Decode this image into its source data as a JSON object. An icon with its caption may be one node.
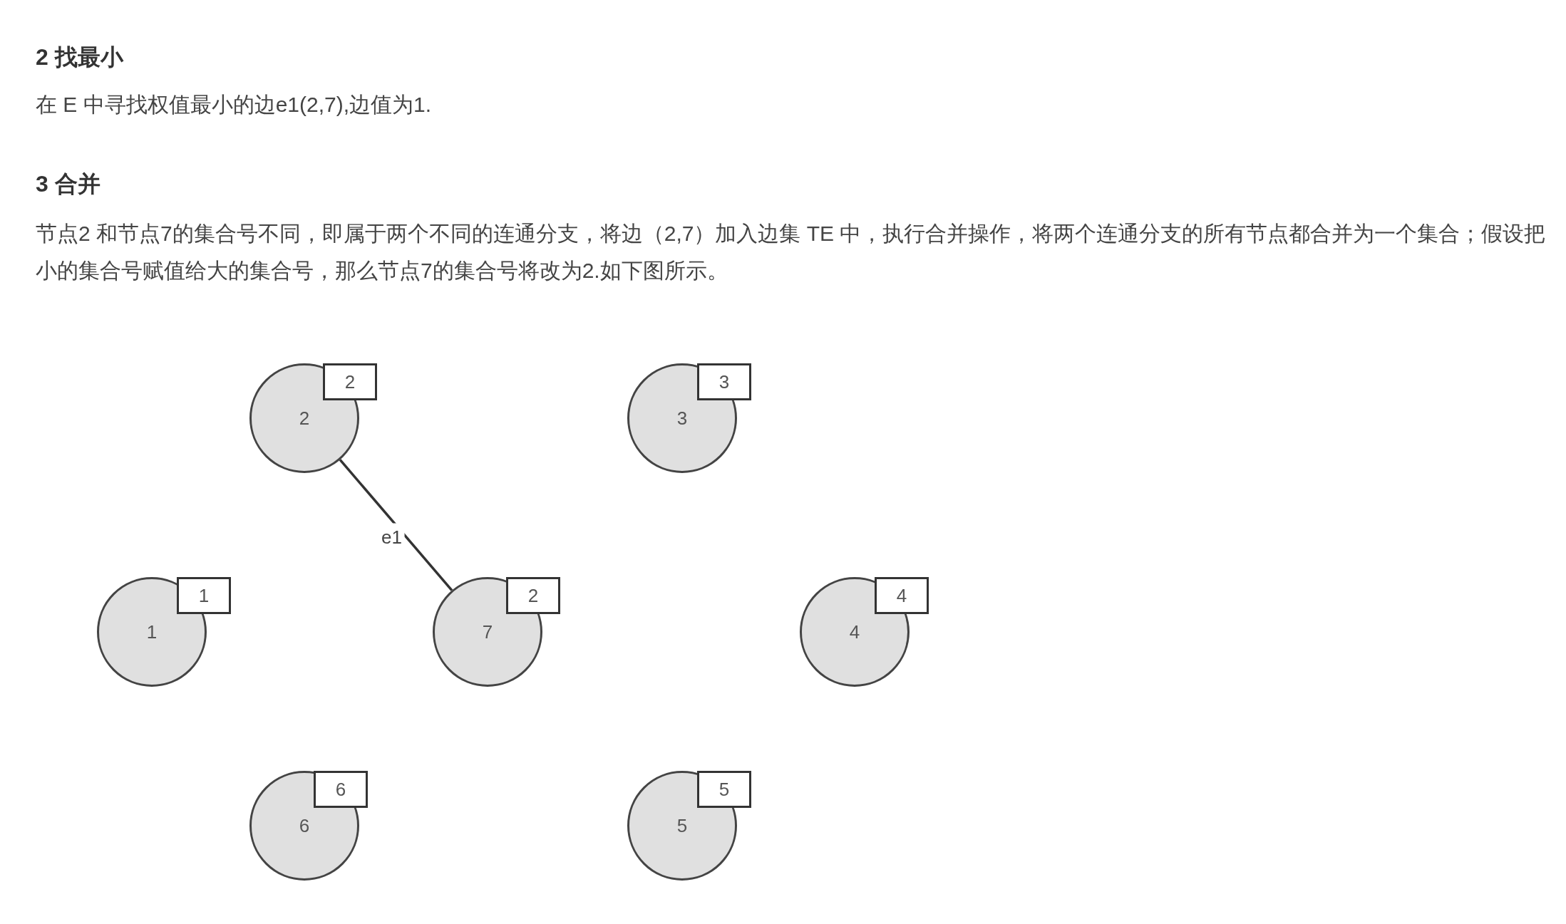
{
  "diagram": {
    "nodes": [
      {
        "text": [
          "2"
        ]
      },
      {
        "text": [
          "2"
        ]
      },
      {
        "text": [
          "3"
        ]
      },
      {
        "text": [
          "3"
        ]
      },
      {
        "text": [
          "1"
        ]
      },
      {
        "text": [
          "1"
        ]
      },
      {
        "text": [
          "7"
        ]
      },
      {
        "text": [
          "2"
        ]
      },
      {
        "text": [
          "4"
        ]
      },
      {
        "text": [
          "4"
        ]
      },
      {
        "text": [
          "6"
        ]
      },
      {
        "text": [
          "6"
        ]
      },
      {
        "text": [
          "5"
        ]
      },
      {
        "text": [
          "5"
        ]
      }
    ],
    "edges": [
      {
        "from": 0,
        "to": 6,
        "arrow": "none",
        "label": "e1"
      }
    ],
    "labels": [
      "2 找最小",
      "在 E 中寻找权值最小的边e1(2,7),边值为1.",
      "3 合并",
      "节点2 和节点7的集合号不同，即属于两个不同的连通分支，将边（2,7）加入边集 TE 中，执行合并操作，将两个连通分支的所有节点都合并为一个集合；假设把小的集合号赋值给大的集合号，那么节点7的集合号将改为2.如下图所示。"
    ]
  }
}
